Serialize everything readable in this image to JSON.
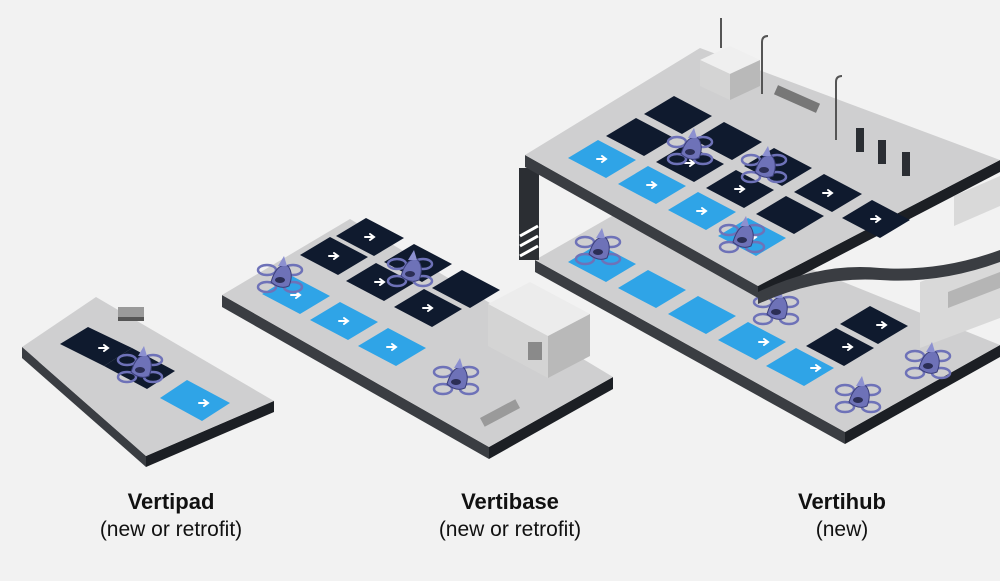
{
  "captions": {
    "vertipad": {
      "title": "Vertipad",
      "subtitle": "(new or retrofit)"
    },
    "vertibase": {
      "title": "Vertibase",
      "subtitle": "(new or retrofit)"
    },
    "vertihub": {
      "title": "Vertihub",
      "subtitle": "(new)"
    }
  },
  "colors": {
    "background": "#f2f2f2",
    "platform_top": "#cfcfd0",
    "platform_side": "#2b2e33",
    "pad_dark": "#0f1a2e",
    "pad_blue": "#2fa4e7",
    "aircraft": "#6e72b8",
    "building": "#dcdcdc"
  },
  "icons": [
    "arrow-icon",
    "evtol-aircraft-icon",
    "charger-icon",
    "lamp-post-icon",
    "bench-icon"
  ]
}
